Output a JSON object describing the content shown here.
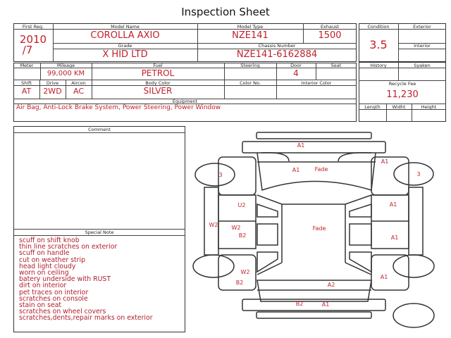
{
  "title": "Inspection Sheet",
  "vehicle": {
    "first_reg_label": "First Reg.",
    "first_reg_year": "2010",
    "first_reg_month": "/7",
    "model_name_label": "Model Name",
    "model_name": "COROLLA AXIO",
    "model_type_label": "Model Type",
    "model_type": "NZE141",
    "exhaust_label": "Exhaust",
    "exhaust": "1500",
    "grade_label": "Grade",
    "grade": "X HID LTD",
    "chassis_label": "Chassis Number",
    "chassis": "NZE141-6162884",
    "meter_label": "Meter",
    "mileage_label": "Mileage",
    "mileage": "99,000 KM",
    "fuel_label": "Fuel",
    "fuel": "PETROL",
    "steering_label": "Steering",
    "door_label": "Door",
    "door": "4",
    "seat_label": "Seat",
    "shift_label": "Shift",
    "shift": "AT",
    "drive_label": "Drive",
    "drive": "2WD",
    "aircon_label": "Aircon",
    "aircon": "AC",
    "body_color_label": "Body Color",
    "body_color": "SILVER",
    "color_no_label": "Color No.",
    "interior_color_label": "Interior Color",
    "equipment_label": "Equipment",
    "equipment": "Air Bag, Anti-Lock Brake System, Power Steering, Power Window"
  },
  "condition": {
    "condition_label": "Condition",
    "condition": "3.5",
    "exterior_label": "Exterior",
    "interior_label": "Interior",
    "history_label": "History",
    "syaken_label": "Syaken",
    "recycle_label": "Recycle Fee",
    "recycle": "11,230",
    "length_label": "Length",
    "width_label": "Widht",
    "height_label": "Height"
  },
  "comment_label": "Comment",
  "special_note_label": "Special Note",
  "special_notes": [
    "scuff on shift knob",
    "thin line scratches on exterior",
    "scuff on handle",
    "cut on weather strip",
    "head light cloudy",
    "worn on ceiling",
    "batery underside with RUST",
    "dirt on interior",
    "pet traces on interior",
    "scratches on console",
    "stain on seat",
    "scratches on wheel covers",
    "scratches,dents,repair marks on exterior"
  ],
  "damage_marks": [
    "A1",
    "A1",
    "Fade",
    "3",
    "A1",
    "3",
    "U2",
    "A1",
    "W2",
    "W2",
    "B2",
    "Fade",
    "A1",
    "W2",
    "B2",
    "A2",
    "A1",
    "B2",
    "A1"
  ],
  "colors": {
    "accent": "#c0202a"
  }
}
